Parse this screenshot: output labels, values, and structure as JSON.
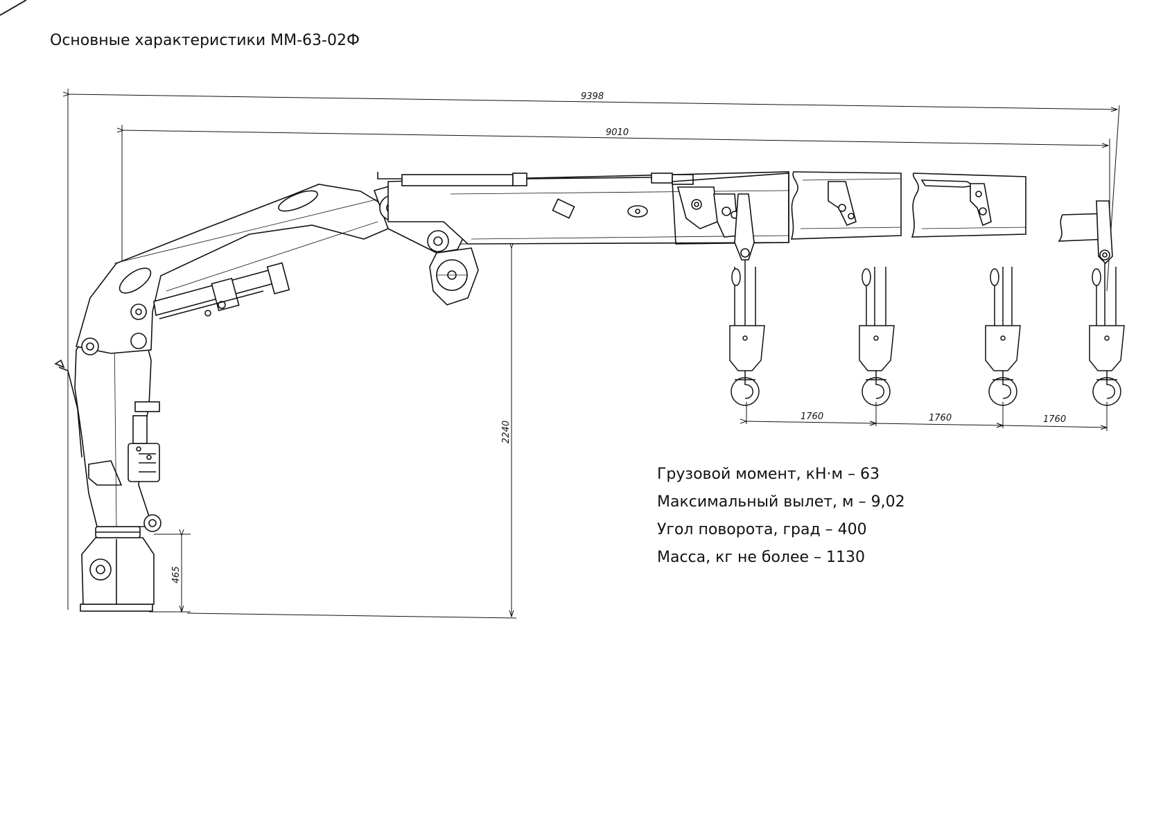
{
  "title": "Основные характеристики ММ-63-02Ф",
  "dimensions": {
    "overall_length": "9398",
    "max_reach": "9010",
    "height": "2240",
    "base_height": "465",
    "hook_spacing": [
      "1760",
      "1760",
      "1760"
    ]
  },
  "specs": [
    "Грузовой момент, кН·м – 63",
    "Максимальный вылет, м – 9,02",
    "Угол поворота, град – 400",
    "Масса, кг не более – 1130"
  ]
}
